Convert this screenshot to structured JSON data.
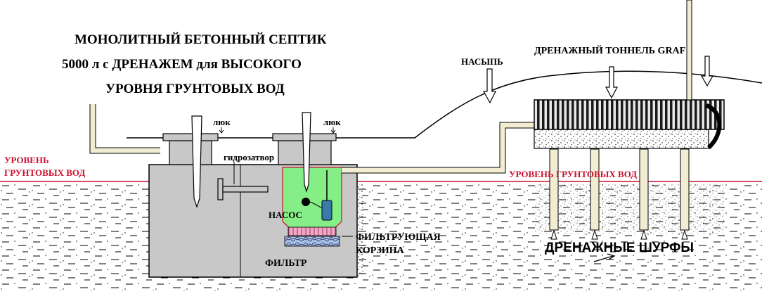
{
  "title": {
    "line1": "МОНОЛИТНЫЙ   БЕТОННЫЙ   СЕПТИК",
    "line2": "5000 л с ДРЕНАЖЕМ    для   ВЫСОКОГО",
    "line3": "УРОВНЯ ГРУНТОВЫХ ВОД"
  },
  "labels": {
    "tunnel": "ДРЕНАЖНЫЙ ТОННЕЛЬ GRAF",
    "mound": "НАСЫПЬ",
    "groundwater_left_1": "УРОВЕНЬ",
    "groundwater_left_2": "ГРУНТОВЫХ ВОД",
    "groundwater_right": "УРОВЕНЬ ГРУНТОВЫХ   ВОД",
    "hatch_left": "люк",
    "hatch_right": "люк",
    "water_seal": "гидрозатвор",
    "pump": "НАСОС",
    "filter_basket_1": "ФИЛЬТРУЮЩАЯ",
    "filter_basket_2": "КОРЗИНА",
    "filter": "ФИЛЬТР",
    "drain_shafts": "ДРЕНАЖНЫЕ ШУРФЫ"
  },
  "colors": {
    "concrete": "#c8c8c8",
    "pipe": "#f2ecd2",
    "pump_chamber": "#86ee86",
    "groundwater_line": "#c8102e",
    "basket": "#f2a6c6",
    "filter": "#a9c4e8"
  }
}
